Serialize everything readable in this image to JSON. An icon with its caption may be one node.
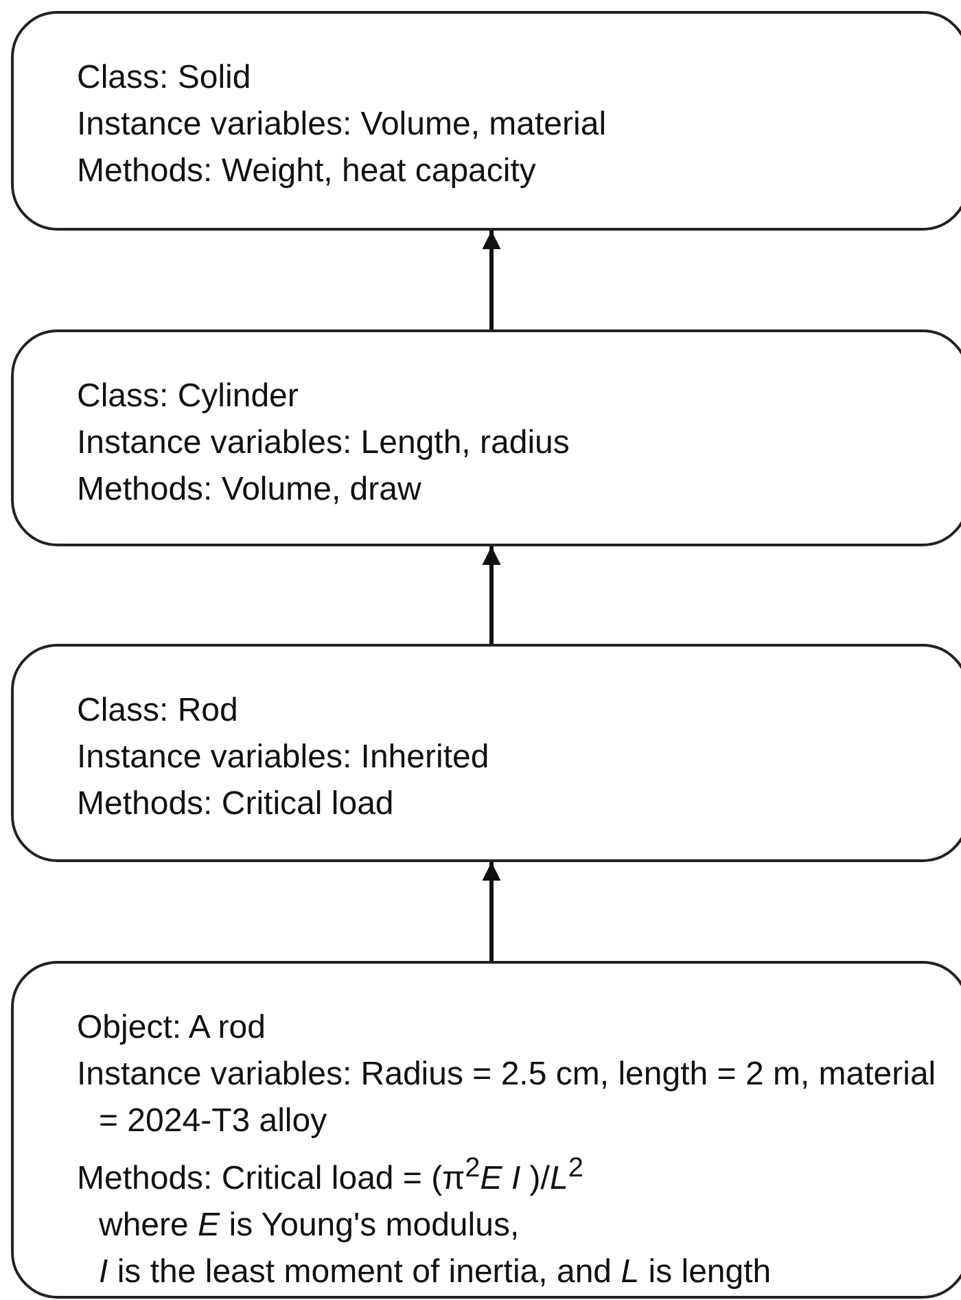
{
  "diagram": {
    "nodes": [
      {
        "text": [
          "Class: Solid",
          "Instance variables: Volume, material",
          "Methods: Weight, heat capacity"
        ]
      },
      {
        "text": [
          "Class: Cylinder",
          "Instance variables: Length, radius",
          "Methods: Volume, draw"
        ]
      },
      {
        "text": [
          "Class: Rod",
          "Instance variables: Inherited",
          "Methods: Critical load"
        ]
      },
      {
        "text": [
          "Object: A rod",
          "Instance variables: Radius = 2.5 cm, length = 2 m, material = 2024-T3 alloy",
          "Methods: Critical load = (π$^{2}$*E I* )/*L*$^{2}$",
          "where *E* is Young's modulus,",
          "*I* is the least moment of inertia, and *L* is length"
        ]
      }
    ],
    "edges": [
      {
        "from": 1,
        "to": 0,
        "arrow": "to"
      },
      {
        "from": 2,
        "to": 1,
        "arrow": "to"
      },
      {
        "from": 3,
        "to": 2,
        "arrow": "to"
      }
    ]
  }
}
